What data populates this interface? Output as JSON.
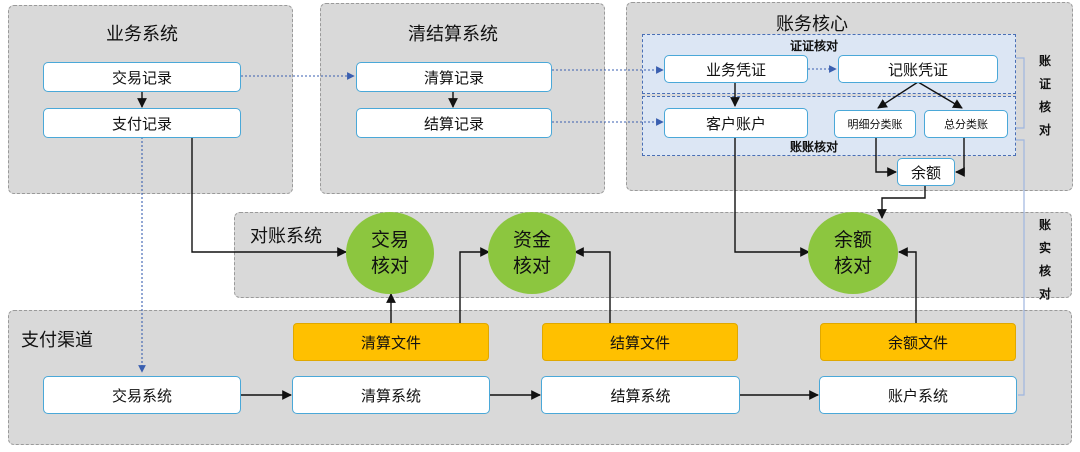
{
  "panels": {
    "business": "业务系统",
    "clearing": "清结算系统",
    "ledger": "账务核心",
    "recon": "对账系统",
    "channel": "支付渠道"
  },
  "bands": {
    "voucher_check": "证证核对",
    "account_check": "账账核对"
  },
  "side_labels": {
    "voucher_book": "账证核对",
    "book_real": "账实核对"
  },
  "boxes": {
    "trade_record": "交易记录",
    "pay_record": "支付记录",
    "clear_record": "清算记录",
    "settle_record": "结算记录",
    "biz_voucher": "业务凭证",
    "book_voucher": "记账凭证",
    "customer_account": "客户账户",
    "detail_ledger": "明细分类账",
    "general_ledger": "总分类账",
    "balance": "余额",
    "trade_system": "交易系统",
    "clear_system": "清算系统",
    "settle_system": "结算系统",
    "account_system": "账户系统"
  },
  "files": {
    "clear_file": "清算文件",
    "settle_file": "结算文件",
    "balance_file": "余额文件"
  },
  "checks": {
    "trade_check": "交易核对",
    "fund_check": "资金核对",
    "balance_check": "余额核对"
  },
  "colors": {
    "panel_bg": "#d9d9d9",
    "box_border": "#4aa8d8",
    "file_fill": "#ffc000",
    "check_fill": "#8cc63f",
    "band_fill": "#dce6f4",
    "dotted_link": "#3a5fb0"
  }
}
